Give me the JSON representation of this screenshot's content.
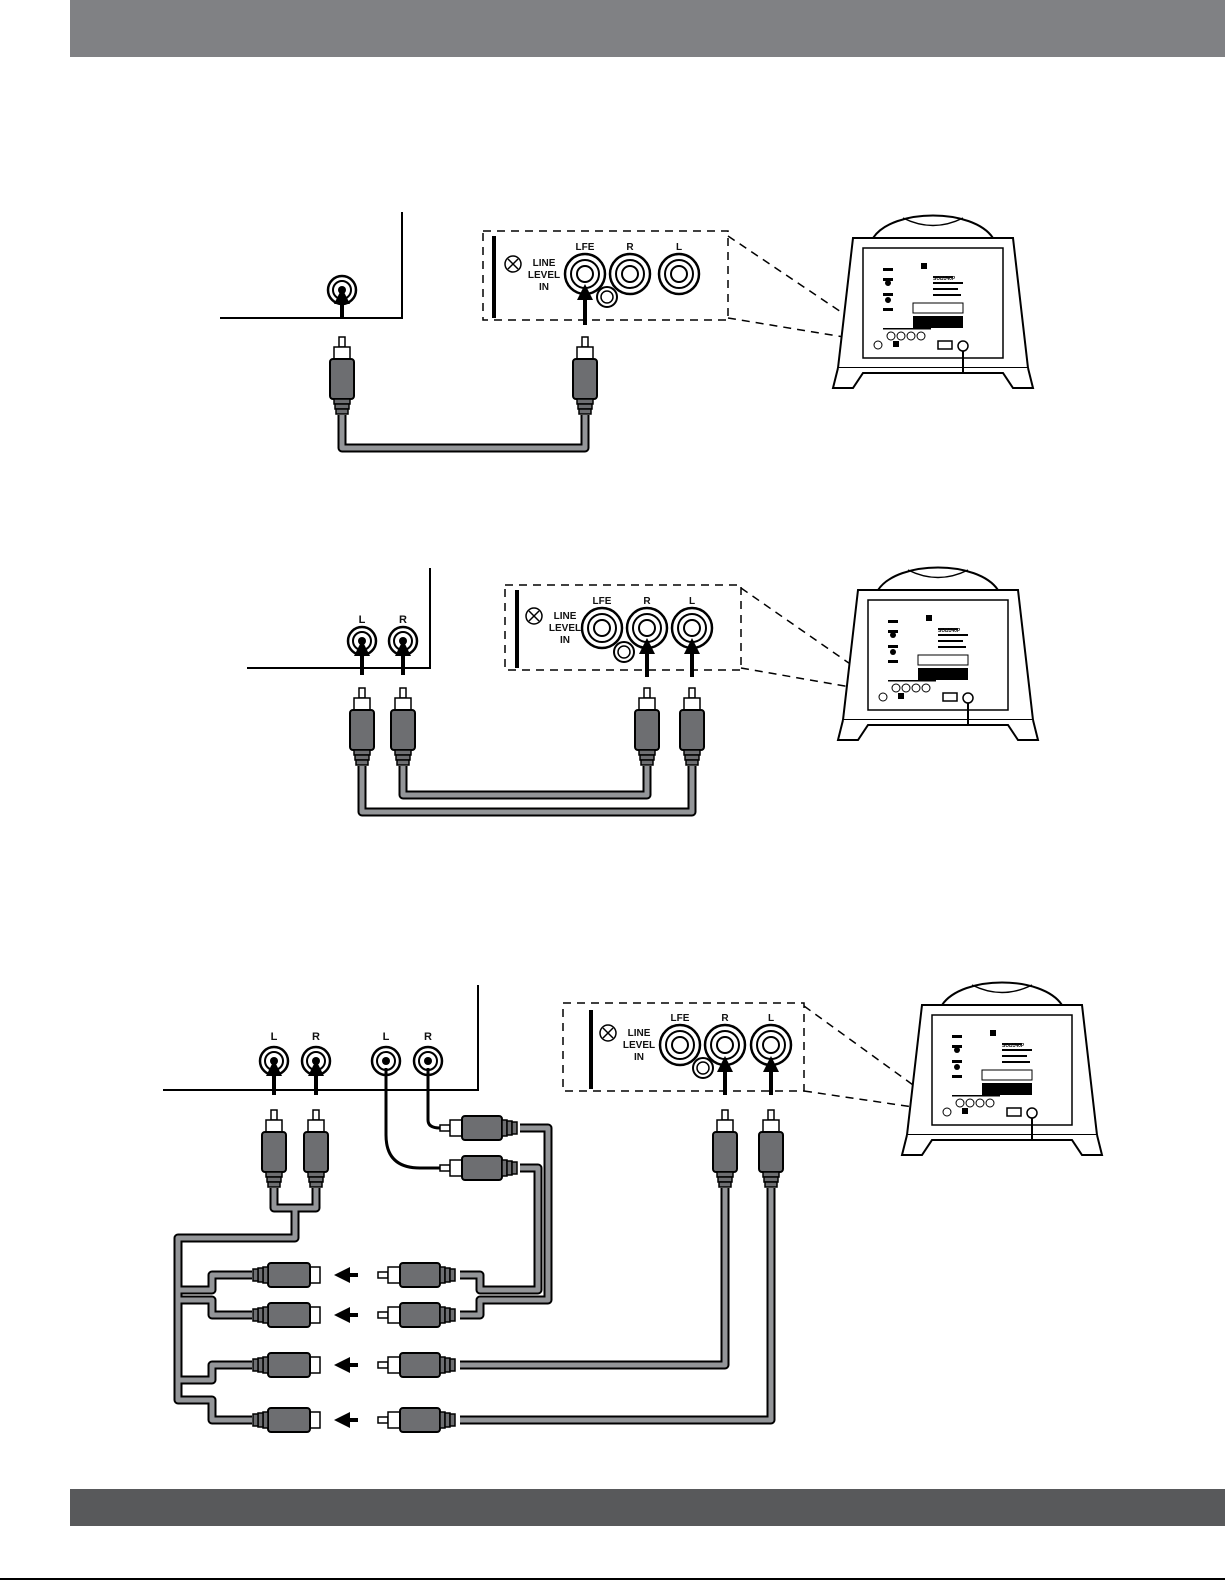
{
  "diagrams": [
    {
      "panel": {
        "line_level": "LINE",
        "level": "LEVEL",
        "in": "IN",
        "lfe": "LFE",
        "r": "R",
        "l": "L"
      },
      "source": {},
      "sub_model": "SUB140P"
    },
    {
      "panel": {
        "line_level": "LINE",
        "level": "LEVEL",
        "in": "IN",
        "lfe": "LFE",
        "r": "R",
        "l": "L"
      },
      "source": {
        "l": "L",
        "r": "R"
      },
      "sub_model": "SUB140P"
    },
    {
      "panel": {
        "line_level": "LINE",
        "level": "LEVEL",
        "in": "IN",
        "lfe": "LFE",
        "r": "R",
        "l": "L"
      },
      "source": {
        "l1": "L",
        "r1": "R",
        "l2": "L",
        "r2": "R"
      },
      "sub_model": "SUB140P"
    }
  ],
  "colors": {
    "header": "#808184",
    "footer": "#58595b",
    "plug": "#6d6e71",
    "cable": "#939598"
  }
}
